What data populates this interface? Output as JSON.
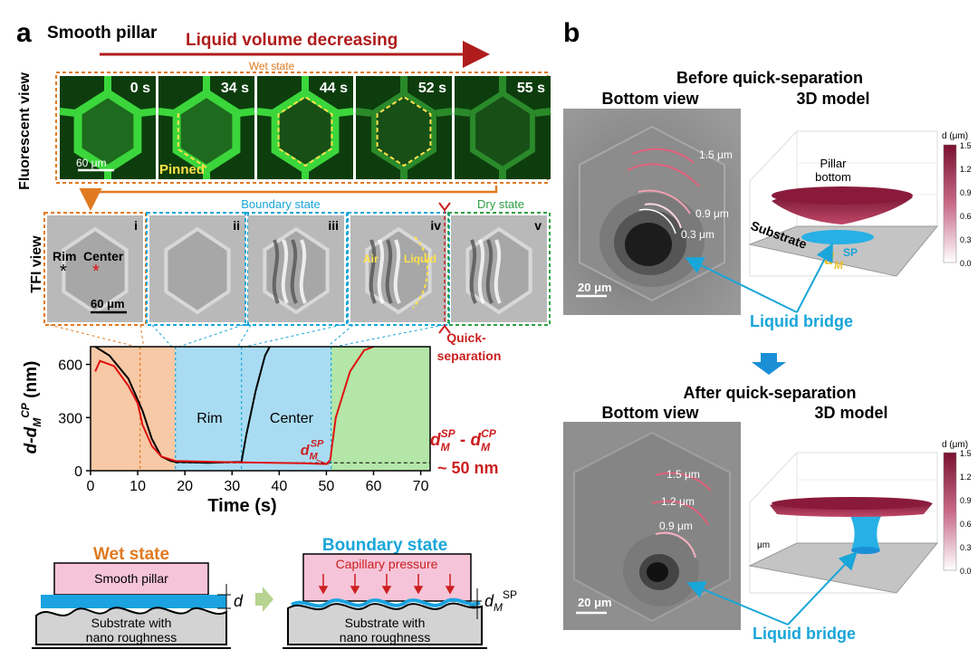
{
  "panel_a": {
    "letter": "a",
    "title": "Smooth pillar",
    "arrow_label": "Liquid volume decreasing",
    "wet_state_top": "Wet state",
    "fluorescent_label": "Fluorescent view",
    "fluor_times": [
      "0 s",
      "34 s",
      "44 s",
      "52 s",
      "55 s"
    ],
    "scale_60": "60 μm",
    "pinned": "Pinned",
    "boundary_state": "Boundary state",
    "dry_state": "Dry state",
    "tfi_label": "TFI view",
    "tfi_roman": [
      "i",
      "ii",
      "iii",
      "iv",
      "v"
    ],
    "rim": "Rim",
    "center": "Center",
    "air": "Air",
    "liquid": "Liquid",
    "tfi_scale": "60 μm",
    "quick_sep": [
      "Quick-",
      "separation"
    ],
    "chart_ylabel_main": "d-d",
    "chart_ylabel_sub": "M",
    "chart_ylabel_sup": "CP",
    "chart_ylabel_unit": " (nm)",
    "rim_label": "Rim",
    "center_label": "Center",
    "dsp_main": "d",
    "dsp_sub": "M",
    "dsp_sup": "SP",
    "diff_d1": "d",
    "diff_sub1": "M",
    "diff_sup1": "SP",
    "diff_minus": " - ",
    "diff_d2": "d",
    "diff_sub2": "M",
    "diff_sup2": "CP",
    "approx": "~ 50 nm",
    "wet_state_bottom": "Wet state",
    "boundary_state_bottom": "Boundary state",
    "smooth_pillar_box": "Smooth pillar",
    "capillary_pressure": "Capillary pressure",
    "substrate_line1": "Substrate with",
    "substrate_line2": "nano roughness",
    "d_label": "d",
    "dm_main": "d",
    "dm_sub": "M",
    "dm_sup": "SP"
  },
  "panel_b": {
    "letter": "b",
    "before_title": "Before quick-separation",
    "after_title": "After quick-separation",
    "bottom_view": "Bottom view",
    "model_3d": "3D model",
    "contours_before": [
      "1.5 μm",
      "0.9 μm",
      "0.3 μm"
    ],
    "contours_after": [
      "1.5 μm",
      "1.2 μm",
      "0.9 μm"
    ],
    "scale_20": "20 μm",
    "liquid_bridge": "Liquid bridge",
    "pillar_bottom": [
      "Pillar",
      "bottom"
    ],
    "substrate": "Substrate",
    "dm_main": "d",
    "dm_sub": "M",
    "dm_sup": "SP",
    "colorbar_before_title": "d (μm)",
    "colorbar_after_title": "d (μm)",
    "colorbar_ticks": [
      "1.5",
      "1.2",
      "0.9",
      "0.6",
      "0.3",
      "0.0"
    ],
    "um": "μm"
  },
  "colors": {
    "wet": "#f7c9a6",
    "boundary": "#a9dcf2",
    "dry": "#b3e6a8",
    "rim_line": "#000000",
    "center_line": "#e01010",
    "orange": "#e07a20",
    "cyan": "#19a6d9",
    "green": "#2f9e44",
    "red": "#cc1f1f"
  },
  "chart_data": {
    "type": "line",
    "xlabel": "Time (s)",
    "ylabel": "d-dMCP (nm)",
    "xlim": [
      0,
      72
    ],
    "ylim": [
      0,
      700
    ],
    "xticks": [
      0,
      10,
      20,
      30,
      40,
      50,
      60,
      70
    ],
    "yticks": [
      0,
      300,
      600
    ],
    "regions": [
      {
        "name": "Wet state",
        "from": 0,
        "to": 18
      },
      {
        "name": "Boundary state",
        "from": 18,
        "to": 51
      },
      {
        "name": "Dry state",
        "from": 51,
        "to": 72
      }
    ],
    "dashed_times": [
      10.5,
      18,
      32,
      51
    ],
    "series": [
      {
        "name": "Rim",
        "x": [
          1,
          4,
          8,
          11,
          13,
          15,
          17,
          18,
          25,
          32,
          33,
          35,
          37,
          38
        ],
        "y": [
          700,
          650,
          520,
          340,
          180,
          80,
          55,
          50,
          45,
          50,
          200,
          450,
          650,
          700
        ]
      },
      {
        "name": "Center",
        "x": [
          1,
          2,
          5,
          8,
          10,
          11,
          13,
          15,
          18,
          30,
          45,
          50,
          50.8,
          52,
          55,
          58,
          60
        ],
        "y": [
          560,
          620,
          590,
          480,
          380,
          260,
          140,
          80,
          55,
          48,
          42,
          38,
          60,
          300,
          560,
          680,
          700
        ]
      }
    ],
    "annotations": [
      "Rim",
      "Center",
      "~ 50 nm"
    ]
  }
}
